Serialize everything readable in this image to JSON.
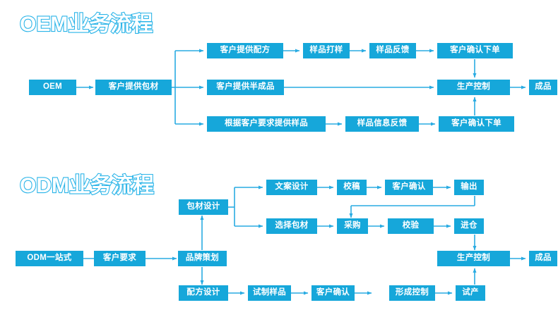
{
  "page": {
    "background": "#ffffff",
    "accent_color": "#16a7da",
    "title_outline_color": "#2ab4e8",
    "title_fill_color": "#ffffff",
    "connector_color": "#29abe2"
  },
  "sections": [
    {
      "id": "oem",
      "title": "OEM业务流程",
      "nodes": {
        "start": "OEM",
        "packaging": "客户提供包材",
        "branch_a_1": "客户提供配方",
        "branch_a_2": "样品打样",
        "branch_a_3": "样品反馈",
        "branch_a_4": "客户确认下单",
        "branch_b_1": "客户提供半成品",
        "branch_c_1": "根据客户要求提供样品",
        "branch_c_2": "样品信息反馈",
        "branch_c_3": "客户确认下单",
        "production": "生产控制",
        "finished": "成品"
      }
    },
    {
      "id": "odm",
      "title": "ODM业务流程",
      "nodes": {
        "start": "ODM一站式",
        "requirement": "客户要求",
        "brand_plan": "品牌策划",
        "package_design": "包材设计",
        "copy_design": "文案设计",
        "proof": "校稿",
        "customer_confirm_top": "客户确认",
        "output": "输出",
        "select_package": "选择包材",
        "purchase": "采购",
        "inspect": "校验",
        "warehouse": "进仓",
        "formula_design": "配方设计",
        "trial_sample": "试制样品",
        "customer_confirm_bottom": "客户确认",
        "form_control": "形成控制",
        "trial_production": "试产",
        "production": "生产控制",
        "finished": "成品"
      }
    }
  ]
}
